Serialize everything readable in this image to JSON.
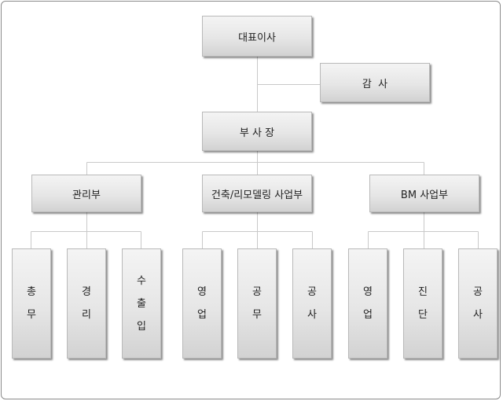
{
  "chart": {
    "ceo": "대표이사",
    "auditor": "감  사",
    "vp": "부 사 장",
    "divisions": [
      {
        "name": "관리부",
        "teams": [
          [
            "총",
            "무"
          ],
          [
            "경",
            "리"
          ],
          [
            "수",
            "출",
            "입"
          ]
        ]
      },
      {
        "name": "건축/리모델링 사업부",
        "teams": [
          [
            "영",
            "업"
          ],
          [
            "공",
            "무"
          ],
          [
            "공",
            "사"
          ]
        ]
      },
      {
        "name": "BM 사업부",
        "teams": [
          [
            "영",
            "업"
          ],
          [
            "진",
            "단"
          ],
          [
            "공",
            "사"
          ]
        ]
      }
    ]
  },
  "colors": {
    "line": "#c9c9c9",
    "box_border": "#b9b9b9",
    "frame": "#8a8a8a"
  }
}
